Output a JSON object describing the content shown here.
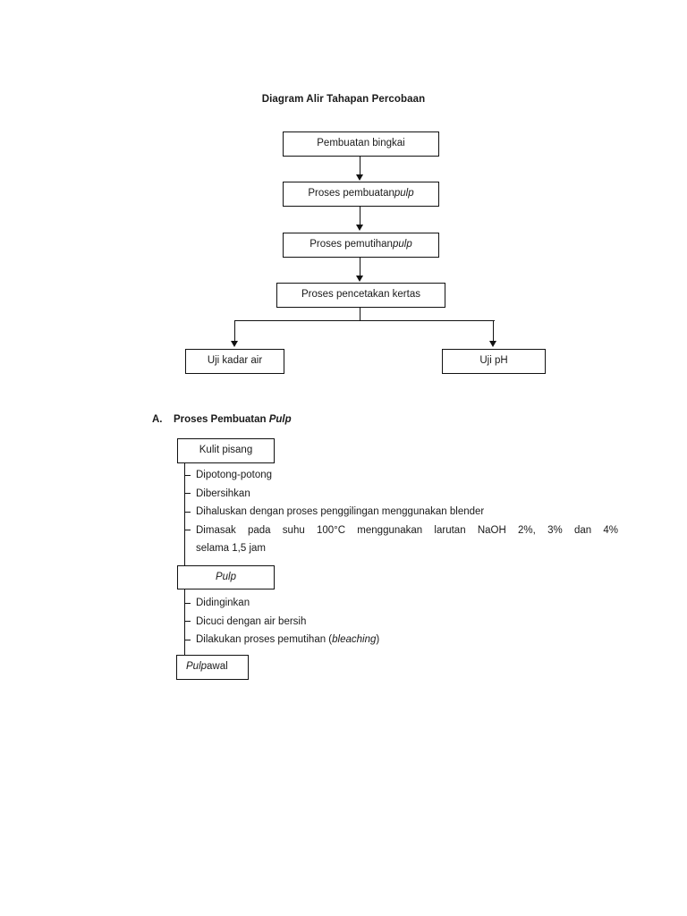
{
  "document": {
    "title": "Diagram Alir Tahapan Percobaan"
  },
  "flowchart": {
    "nodes": [
      {
        "id": "pembuatan-bingkai",
        "label": "Pembuatan bingkai"
      },
      {
        "id": "proses-pembuatan",
        "label_plain": "Proses pembuatan ",
        "label_italic": "pulp"
      },
      {
        "id": "proses-pemutihan",
        "label_plain": "Proses pemutihan ",
        "label_italic": "pulp"
      },
      {
        "id": "proses-pencetakan",
        "label": "Proses pencetakan kertas"
      },
      {
        "id": "uji-kadar-air",
        "label": "Uji kadar air"
      },
      {
        "id": "uji-ph",
        "label": "Uji pH"
      }
    ]
  },
  "section_a": {
    "letter": "A.",
    "heading_plain": "Proses Pembuatan ",
    "heading_italic": "Pulp",
    "box_kulit_pisang": "Kulit pisang",
    "box_pulp": "Pulp",
    "box_pulp_awal_italic": "Pulp",
    "box_pulp_awal_plain": " awal",
    "steps_1": [
      "Dipotong-potong",
      "Dibersihkan",
      "Dihaluskan dengan proses penggilingan menggunakan blender"
    ],
    "step_1_long_line1": "Dimasak pada suhu 100°C menggunakan larutan NaOH 2%, 3% dan 4%",
    "step_1_long_line2": "selama 1,5 jam",
    "steps_2": [
      "Didinginkan",
      "Dicuci dengan air bersih"
    ],
    "step_2_last_plain_before": "Dilakukan proses pemutihan (",
    "step_2_last_italic": "bleaching",
    "step_2_last_plain_after": ")"
  },
  "colors": {
    "page_background": "#ffffff",
    "ink": "#1a1a1a",
    "line": "#111111"
  }
}
